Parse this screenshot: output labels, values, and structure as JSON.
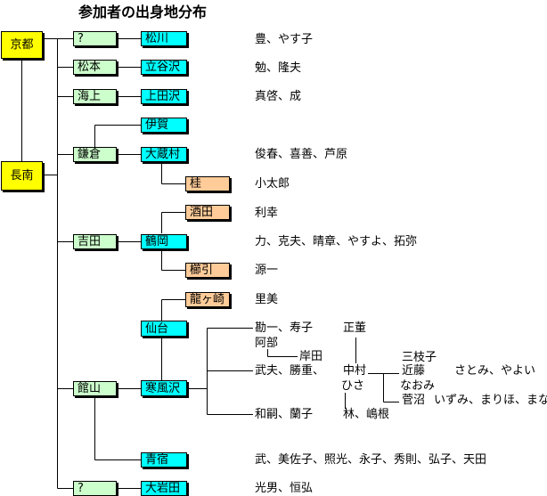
{
  "title": "参加者の出身地分布",
  "roots": {
    "kyoto": "京都",
    "nagaminami": "長南"
  },
  "level1": {
    "unknown_top": "?",
    "matsumoto": "松本",
    "kaijo": "海上",
    "kamakura": "鎌倉",
    "yoshida": "吉田",
    "tateyama": "館山",
    "unknown_bottom": "?"
  },
  "level2": {
    "matsukawa": "松川",
    "tachiyazawa": "立谷沢",
    "kamitazawa": "上田沢",
    "iga": "伊賀",
    "okuramura": "大蔵村",
    "tsuruoka": "鶴岡",
    "sendai": "仙台",
    "kanpuzawa": "寒風沢",
    "aoyado": "青宿",
    "oiwata": "大岩田"
  },
  "level3": {
    "katsura": "桂",
    "sakata": "酒田",
    "kushibiki": "櫛引",
    "tatsugasaki": "龍ヶ崎"
  },
  "names": {
    "matsukawa": "豊、やす子",
    "tachiyazawa": "勉、隆夫",
    "kamitazawa": "真啓、成",
    "okuramura": "俊春、喜善、芦原",
    "katsura": "小太郎",
    "sakata": "利幸",
    "tsuruoka": "力、克夫、晴章、やすよ、拓弥",
    "kushibiki": "源一",
    "tatsugasaki": "里美",
    "kanpu_1": "勘一、寿子",
    "kanpu_abe": "阿部",
    "kanpu_kishida": "岸田",
    "kanpu_2": "武夫、勝重、",
    "kanpu_3": "和嗣、蘭子",
    "shotoku": "正董",
    "nakamura": "中村",
    "hisa": "ひさ",
    "hayashi": "林、嶋根",
    "miedako": "三枝子",
    "kondo": "近藤",
    "kondo_children": "さとみ、やよい",
    "naomi": "なおみ",
    "suganuma": "菅沼",
    "suganuma_children": "いずみ、まりほ、まな",
    "aoyado": "武、美佐子、照光、永子、秀則、弘子、天田",
    "oiwata": "光男、恒弘"
  }
}
